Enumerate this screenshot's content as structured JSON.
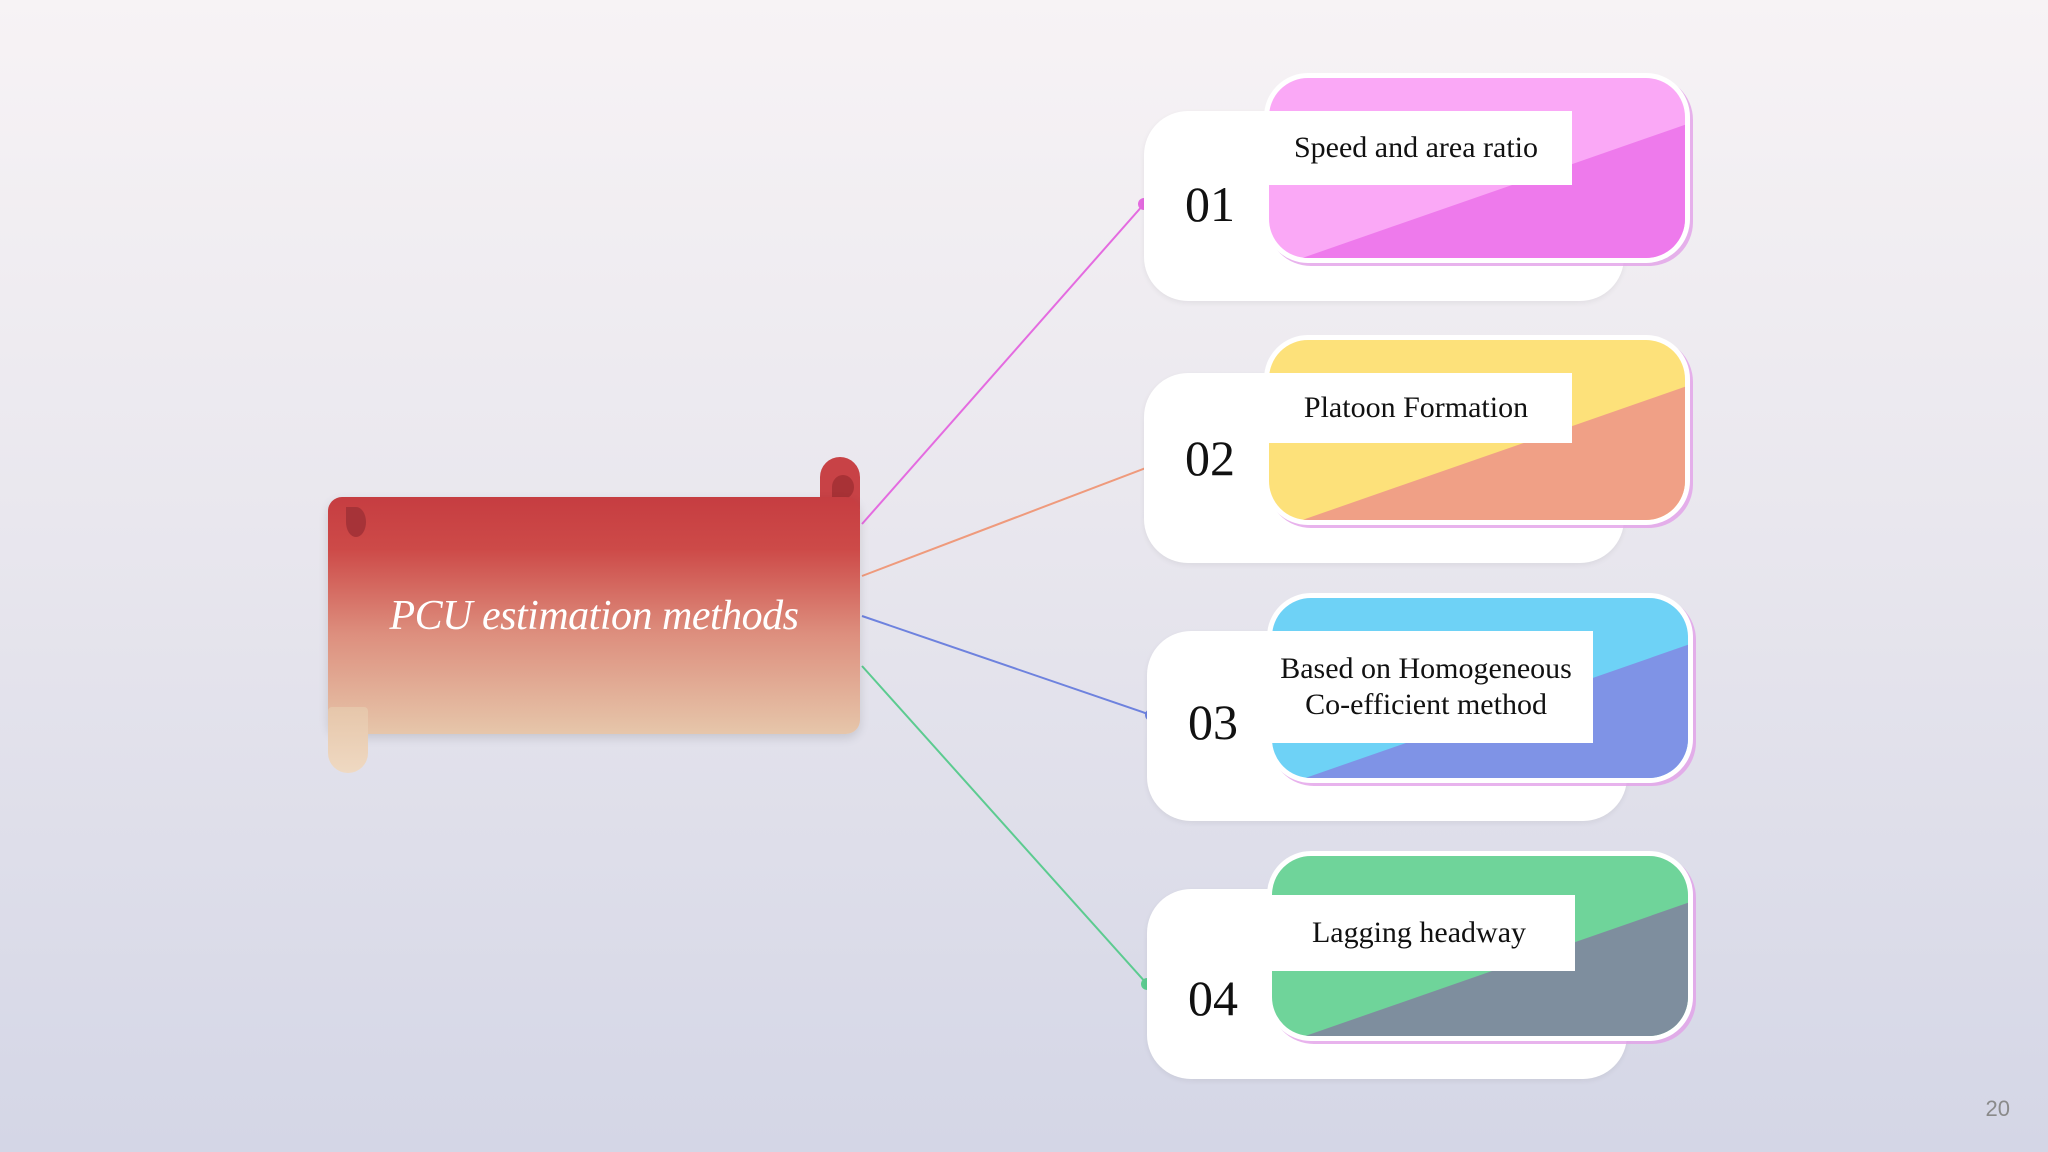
{
  "central": {
    "title": "PCU estimation methods"
  },
  "methods": [
    {
      "number": "01",
      "label": "Speed and area ratio",
      "color_a": "#faa8f6",
      "color_b": "#ee7aec",
      "line_color": "#e46be0"
    },
    {
      "number": "02",
      "label": "Platoon Formation",
      "color_a": "#fde17a",
      "color_b": "#f0a086",
      "line_color": "#ef9a7c"
    },
    {
      "number": "03",
      "label": "Based on Homogeneous Co-efficient method",
      "color_a": "#6ed2f6",
      "color_b": "#7f93e6",
      "line_color": "#6e82de"
    },
    {
      "number": "04",
      "label": "Lagging headway",
      "color_a": "#6fd49a",
      "color_b": "#7e8e9e",
      "line_color": "#5ccb90"
    }
  ],
  "slide_number": "20"
}
